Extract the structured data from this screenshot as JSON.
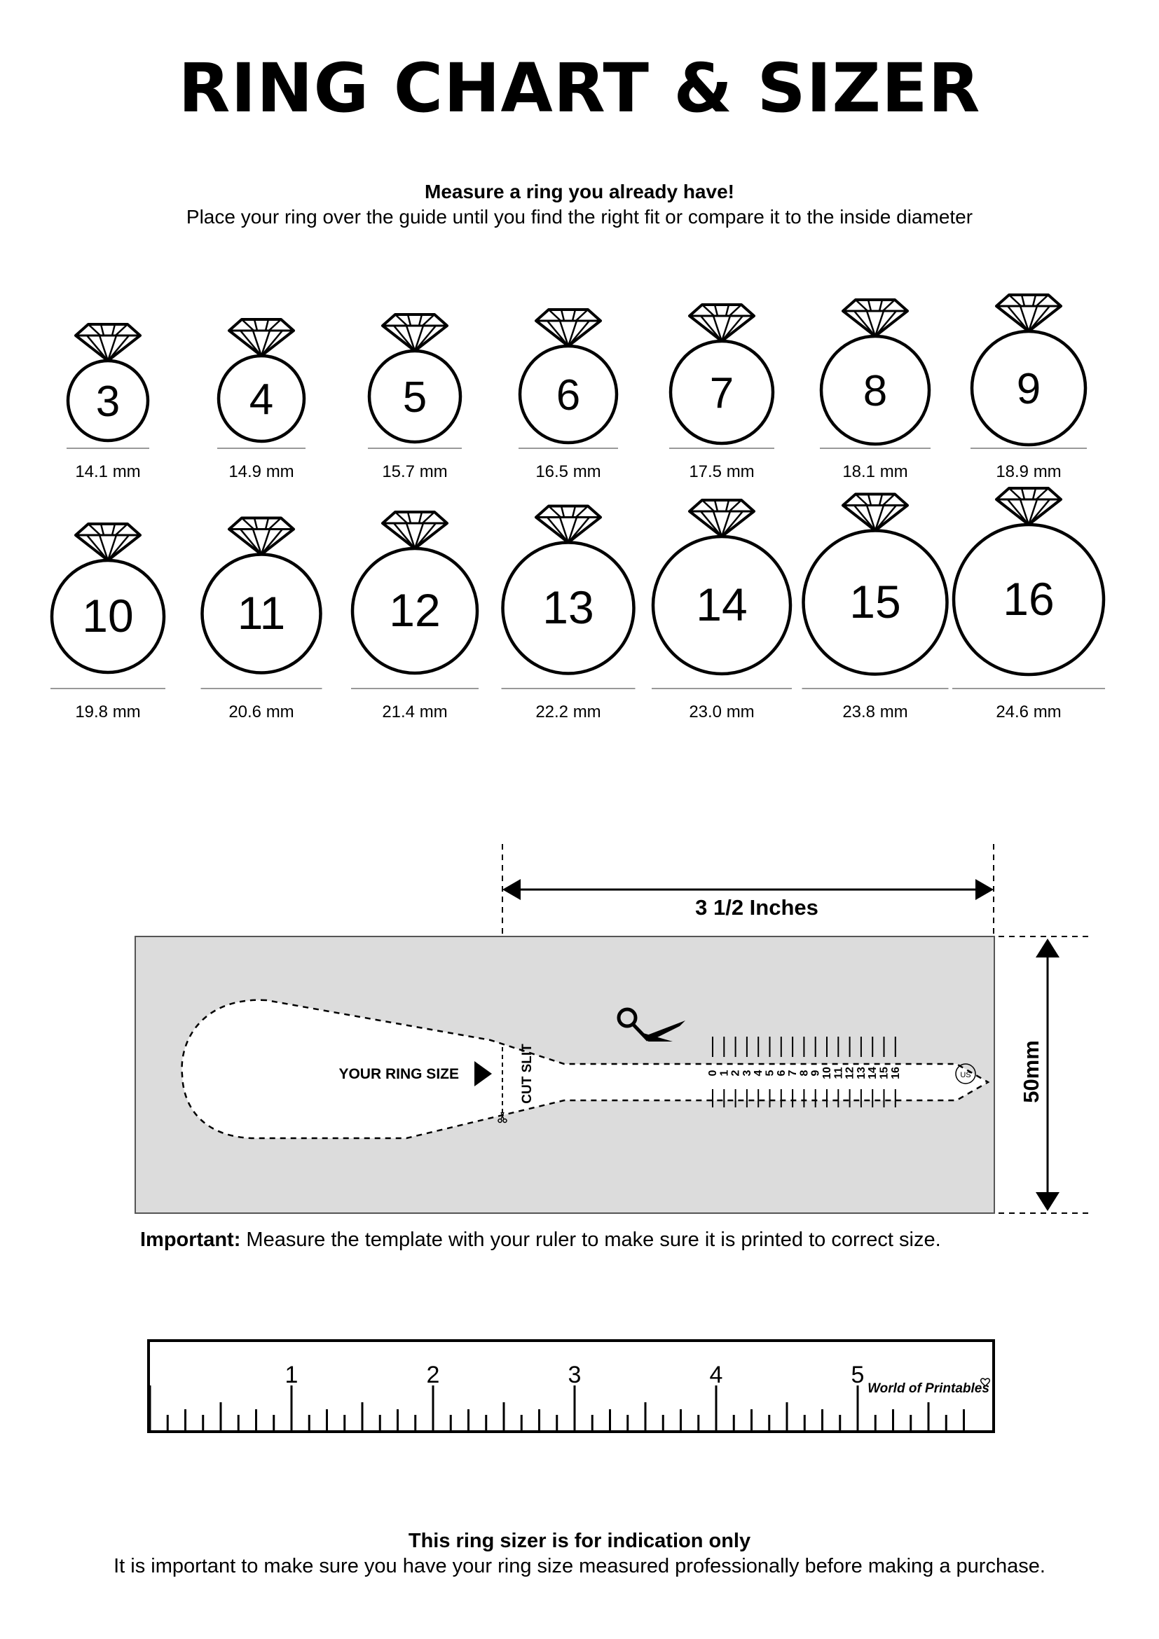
{
  "title": "RING CHART & SIZER",
  "intro": {
    "heading": "Measure a ring you already have!",
    "text": "Place your ring over the guide until you find the right fit or compare it to the inside diameter"
  },
  "ring_sizes": [
    {
      "size": "3",
      "diameter": "14.1 mm"
    },
    {
      "size": "4",
      "diameter": "14.9 mm"
    },
    {
      "size": "5",
      "diameter": "15.7 mm"
    },
    {
      "size": "6",
      "diameter": "16.5 mm"
    },
    {
      "size": "7",
      "diameter": "17.5 mm"
    },
    {
      "size": "8",
      "diameter": "18.1 mm"
    },
    {
      "size": "9",
      "diameter": "18.9 mm"
    },
    {
      "size": "10",
      "diameter": "19.8 mm"
    },
    {
      "size": "11",
      "diameter": "20.6 mm"
    },
    {
      "size": "12",
      "diameter": "21.4 mm"
    },
    {
      "size": "13",
      "diameter": "22.2 mm"
    },
    {
      "size": "14",
      "diameter": "23.0 mm"
    },
    {
      "size": "15",
      "diameter": "23.8 mm"
    },
    {
      "size": "16",
      "diameter": "24.6 mm"
    }
  ],
  "sizer": {
    "width_label": "3 1/2 Inches",
    "height_label": "50mm",
    "your_ring_size_label": "YOUR RING SIZE",
    "cut_slit_label": "CUT SLIT",
    "scale_numbers": [
      "0",
      "1",
      "2",
      "3",
      "4",
      "5",
      "6",
      "7",
      "8",
      "9",
      "10",
      "11",
      "12",
      "13",
      "14",
      "15",
      "16"
    ],
    "us_badge": "US",
    "background_color": "#dcdcdc"
  },
  "important": {
    "bold": "Important:",
    "text": " Measure the template with your ruler to make sure it is printed to correct size."
  },
  "ruler": {
    "numbers": [
      "1",
      "2",
      "3",
      "4",
      "5"
    ],
    "brand": "World of Printables"
  },
  "footer": {
    "heading": "This ring sizer is for indication only",
    "text": "It is important to make sure you have your ring size measured professionally before making a purchase."
  }
}
